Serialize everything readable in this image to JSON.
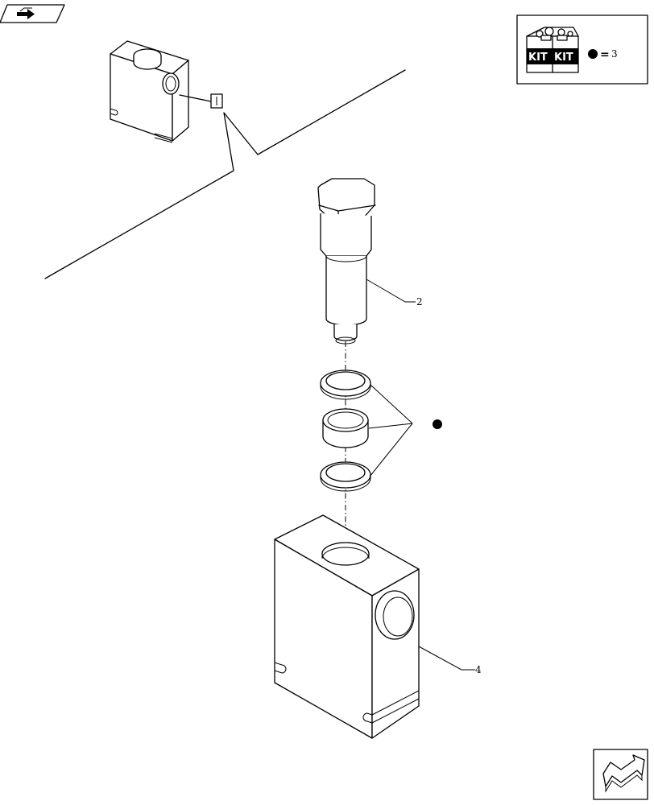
{
  "callouts": {
    "bolt": "2",
    "housing": "4"
  },
  "kit_legend": {
    "box_labels": [
      "KIT",
      "KIT"
    ],
    "equals": "=",
    "quantity": "3"
  },
  "icons": {
    "top_left": "page-back-arrow-icon",
    "bottom_right": "next-page-arrow-icon",
    "kit": "kit-box-icon",
    "bullet": "filled-dot-icon"
  },
  "colors": {
    "line": "#000000",
    "background": "#ffffff"
  }
}
